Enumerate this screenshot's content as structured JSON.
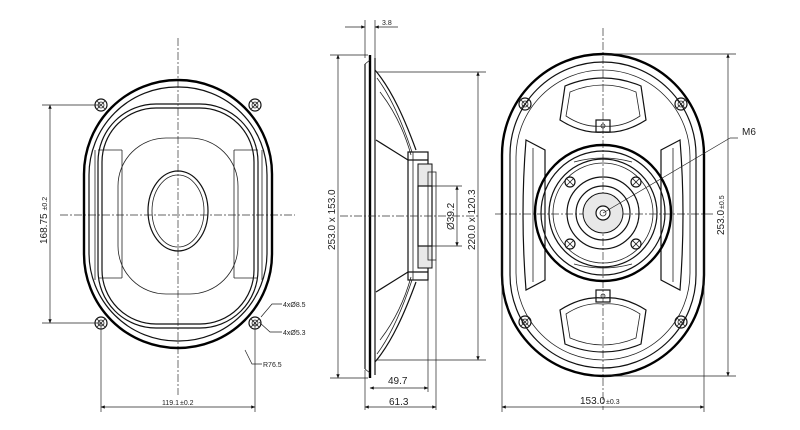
{
  "labels": {
    "front_height": "168.75",
    "front_height_tol": "±0.2",
    "front_width": "119.1",
    "front_width_tol": "±0.2",
    "hole_large": "4xØ8.5",
    "hole_small": "4xØ5.3",
    "corner_radius": "R76.5",
    "side_flange": "3.8",
    "side_size": "253.0 x 153.0",
    "side_magnet_dia": "Ø39.2",
    "side_cutout": "220.0 x 120.3",
    "side_depth_inner": "49.7",
    "side_depth_total": "61.3",
    "rear_thread": "M6",
    "rear_height": "253.0",
    "rear_height_tol": "±0.5",
    "rear_width": "153.0",
    "rear_width_tol": "±0.3"
  },
  "colors": {
    "line": "#111111",
    "background": "#ffffff"
  }
}
